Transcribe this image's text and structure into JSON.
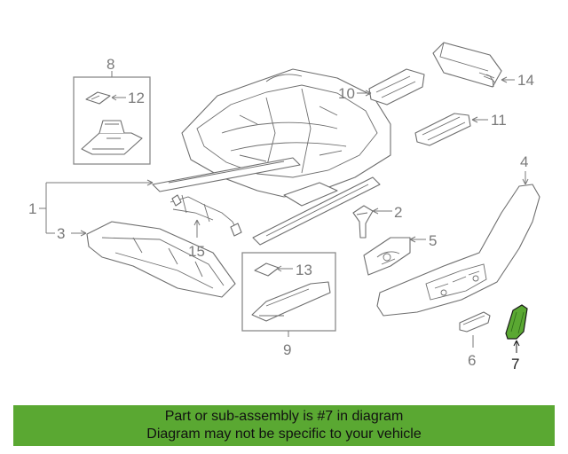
{
  "diagram": {
    "labels": {
      "p1": "1",
      "p2": "2",
      "p3": "3",
      "p4": "4",
      "p5": "5",
      "p6": "6",
      "p7": "7",
      "p8": "8",
      "p9": "9",
      "p10": "10",
      "p11": "11",
      "p12": "12",
      "p13": "13",
      "p14": "14",
      "p15": "15"
    },
    "highlight_part": "7",
    "highlight_color": "#5aa832"
  },
  "banner": {
    "line1": "Part or sub-assembly is #7 in diagram",
    "line2": "Diagram may not be specific to your vehicle",
    "background": "#5aa832"
  }
}
